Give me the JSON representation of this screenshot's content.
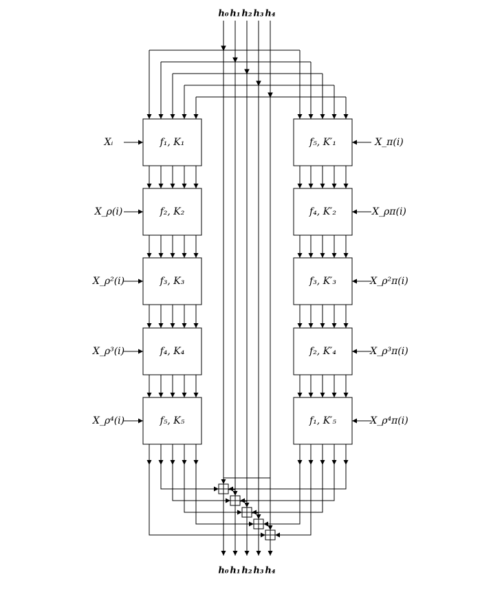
{
  "h_top": [
    "h₀",
    "h₁",
    "h₂",
    "h₃",
    "h₄"
  ],
  "h_bottom": [
    "h₀",
    "h₁",
    "h₂",
    "h₃",
    "h₄"
  ],
  "left_boxes": [
    "f₁, K₁",
    "f₂, K₂",
    "f₃, K₃",
    "f₄, K₄",
    "f₅, K₅"
  ],
  "right_boxes": [
    "f₅, K′₁",
    "f₄, K′₂",
    "f₃, K′₃",
    "f₂, K′₄",
    "f₁, K′₅"
  ],
  "left_inputs": [
    "Xᵢ",
    "X_ρ(i)",
    "X_ρ²(i)",
    "X_ρ³(i)",
    "X_ρ⁴(i)"
  ],
  "right_inputs": [
    "X_π(i)",
    "X_ρπ(i)",
    "X_ρ²π(i)",
    "X_ρ³π(i)",
    "X_ρ⁴π(i)"
  ]
}
